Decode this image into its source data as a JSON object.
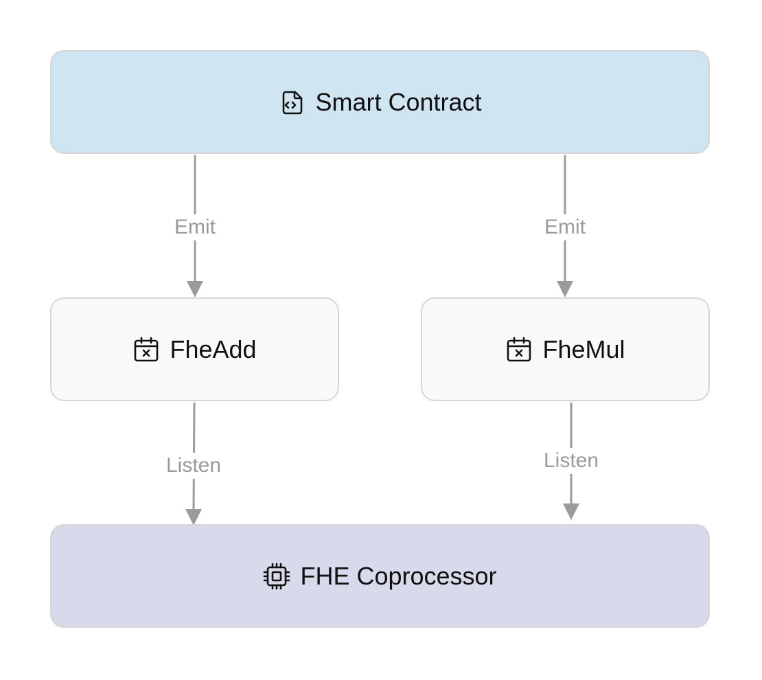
{
  "nodes": {
    "smart_contract": {
      "label": "Smart Contract",
      "icon": "code-file-icon"
    },
    "fhe_add": {
      "label": "FheAdd",
      "icon": "calendar-x-icon"
    },
    "fhe_mul": {
      "label": "FheMul",
      "icon": "calendar-x-icon"
    },
    "fhe_coprocessor": {
      "label": "FHE Coprocessor",
      "icon": "cpu-chip-icon"
    }
  },
  "edges": {
    "contract_to_add": {
      "label": "Emit"
    },
    "contract_to_mul": {
      "label": "Emit"
    },
    "add_to_coprocessor": {
      "label": "Listen"
    },
    "mul_to_coprocessor": {
      "label": "Listen"
    }
  },
  "colors": {
    "contract_fill": "#cfe5f1",
    "event_fill": "#f9f9f9",
    "coprocessor_fill": "#d9d9ec",
    "border": "#d6d6da",
    "edge": "#9b9b9b"
  }
}
